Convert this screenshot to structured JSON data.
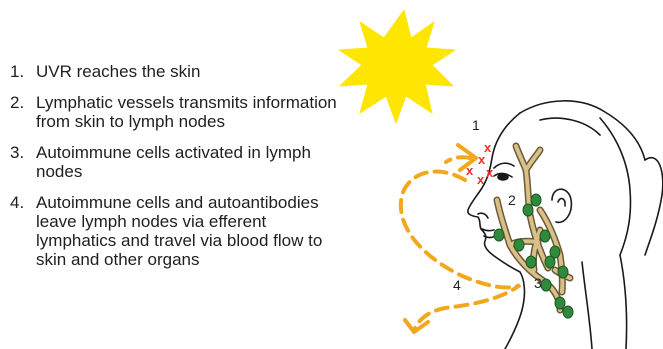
{
  "steps": [
    {
      "number": "1.",
      "text": "UVR reaches the skin"
    },
    {
      "number": "2.",
      "text": "Lymphatic vessels transmits information from skin to lymph nodes"
    },
    {
      "number": "3.",
      "text": "Autoimmune cells activated in lymph nodes"
    },
    {
      "number": "4.",
      "text": "Autoimmune cells and autoantibodies leave lymph nodes via efferent lymphatics and travel via blood flow to skin and other organs"
    }
  ],
  "diagram": {
    "labels": {
      "uvr": "1",
      "vessels": "2",
      "nodes": "3",
      "efferent": "4"
    },
    "skin_marks": "x",
    "colors": {
      "sun": "#ffe600",
      "arrow": "#f2a81d",
      "marks": "#e8332a",
      "vessel": "#d9c08a",
      "node": "#2f8a3c",
      "outline": "#1a1a1a"
    },
    "icons": [
      "sun-icon",
      "head-profile",
      "lymph-network",
      "flow-arrow"
    ]
  }
}
